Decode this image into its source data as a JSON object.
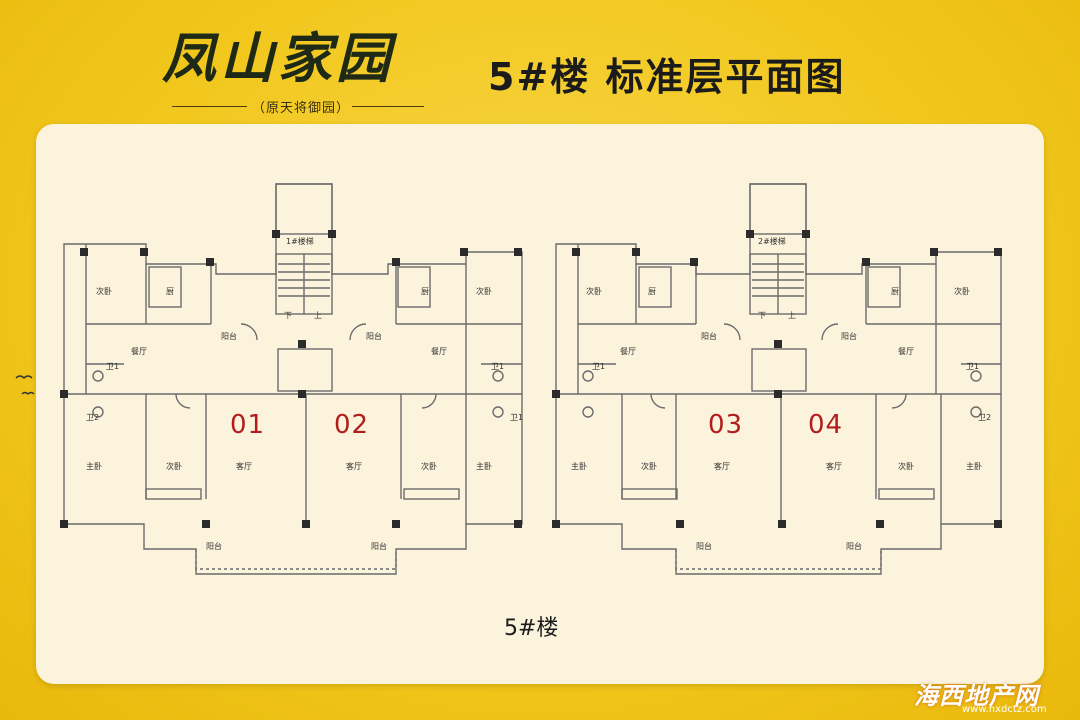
{
  "brand": {
    "name": "凤山家园",
    "sub": "（原天将御园）"
  },
  "title": "5#楼  标准层平面图",
  "caption": "5#楼",
  "units": [
    "01",
    "02",
    "03",
    "04"
  ],
  "rooms": {
    "living": "客厅",
    "dining": "餐厅",
    "master": "主卧",
    "second": "次卧",
    "kitchen": "厨",
    "balcony": "阳台",
    "stair1": "1#楼梯",
    "stair2": "2#楼梯",
    "up": "上",
    "down": "下",
    "wc1": "卫1",
    "wc2": "卫2"
  },
  "watermark": {
    "name": "海西地产网",
    "url": "www.hxdctz.com"
  }
}
